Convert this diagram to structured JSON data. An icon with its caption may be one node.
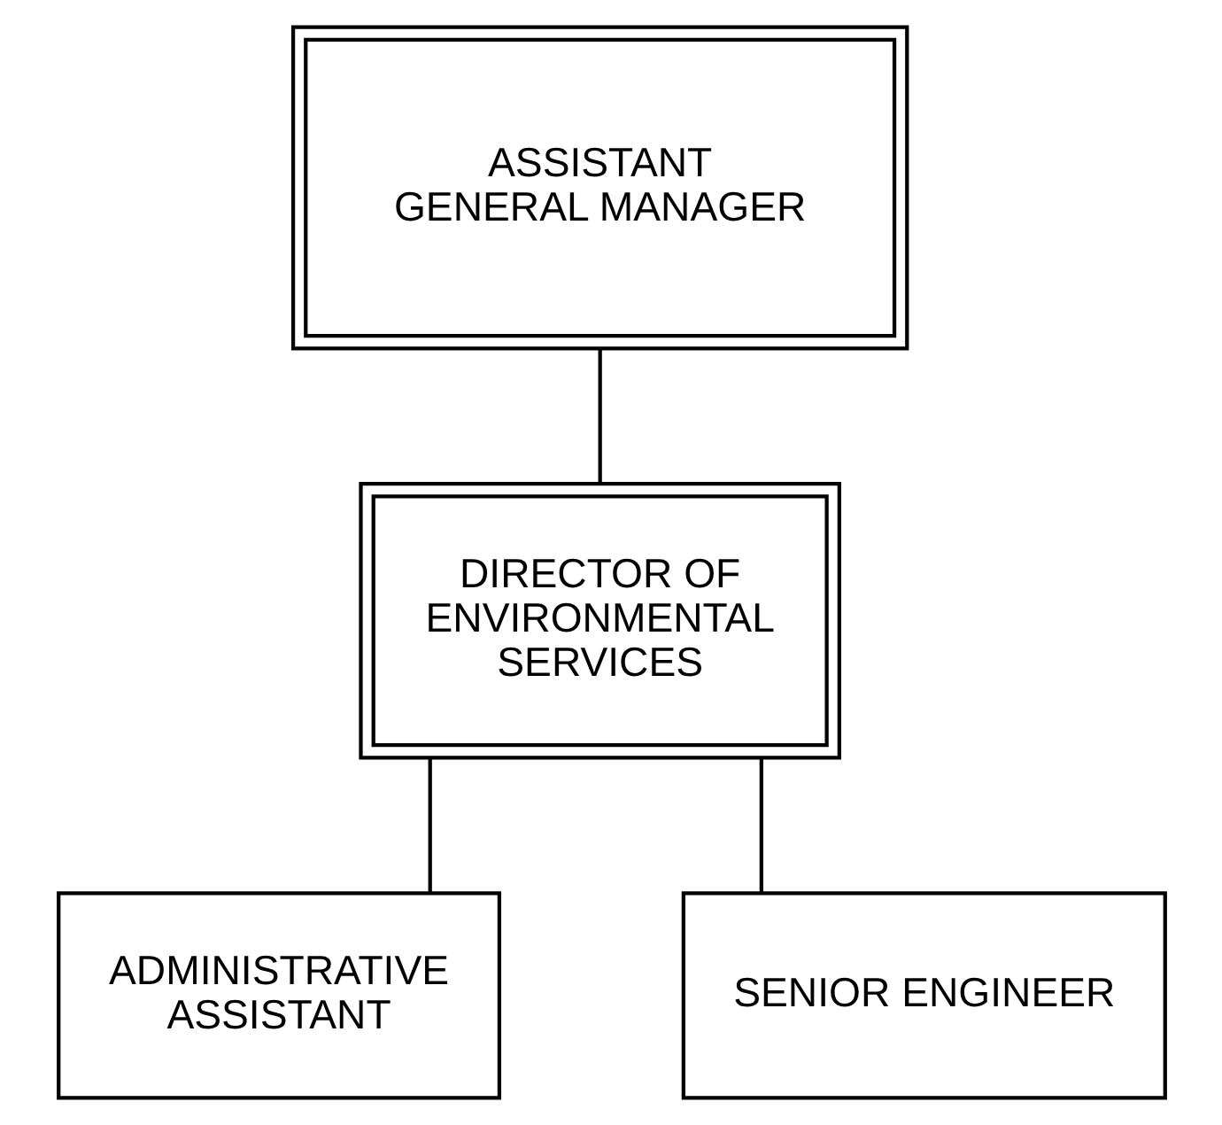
{
  "diagram": {
    "nodes": [
      {
        "text": [
          "ASSISTANT GENERAL MANAGER"
        ]
      },
      {
        "text": [
          "DIRECTOR OF ENVIRONMENTAL SERVICES"
        ]
      },
      {
        "text": [
          "ADMINISTRATIVE ASSISTANT"
        ]
      },
      {
        "text": [
          "SENIOR ENGINEER"
        ]
      }
    ],
    "edges": [
      {
        "from": 0,
        "to": 1,
        "arrow": "none"
      },
      {
        "from": 1,
        "to": 2,
        "arrow": "none"
      },
      {
        "from": 1,
        "to": 3,
        "arrow": "none"
      }
    ]
  }
}
